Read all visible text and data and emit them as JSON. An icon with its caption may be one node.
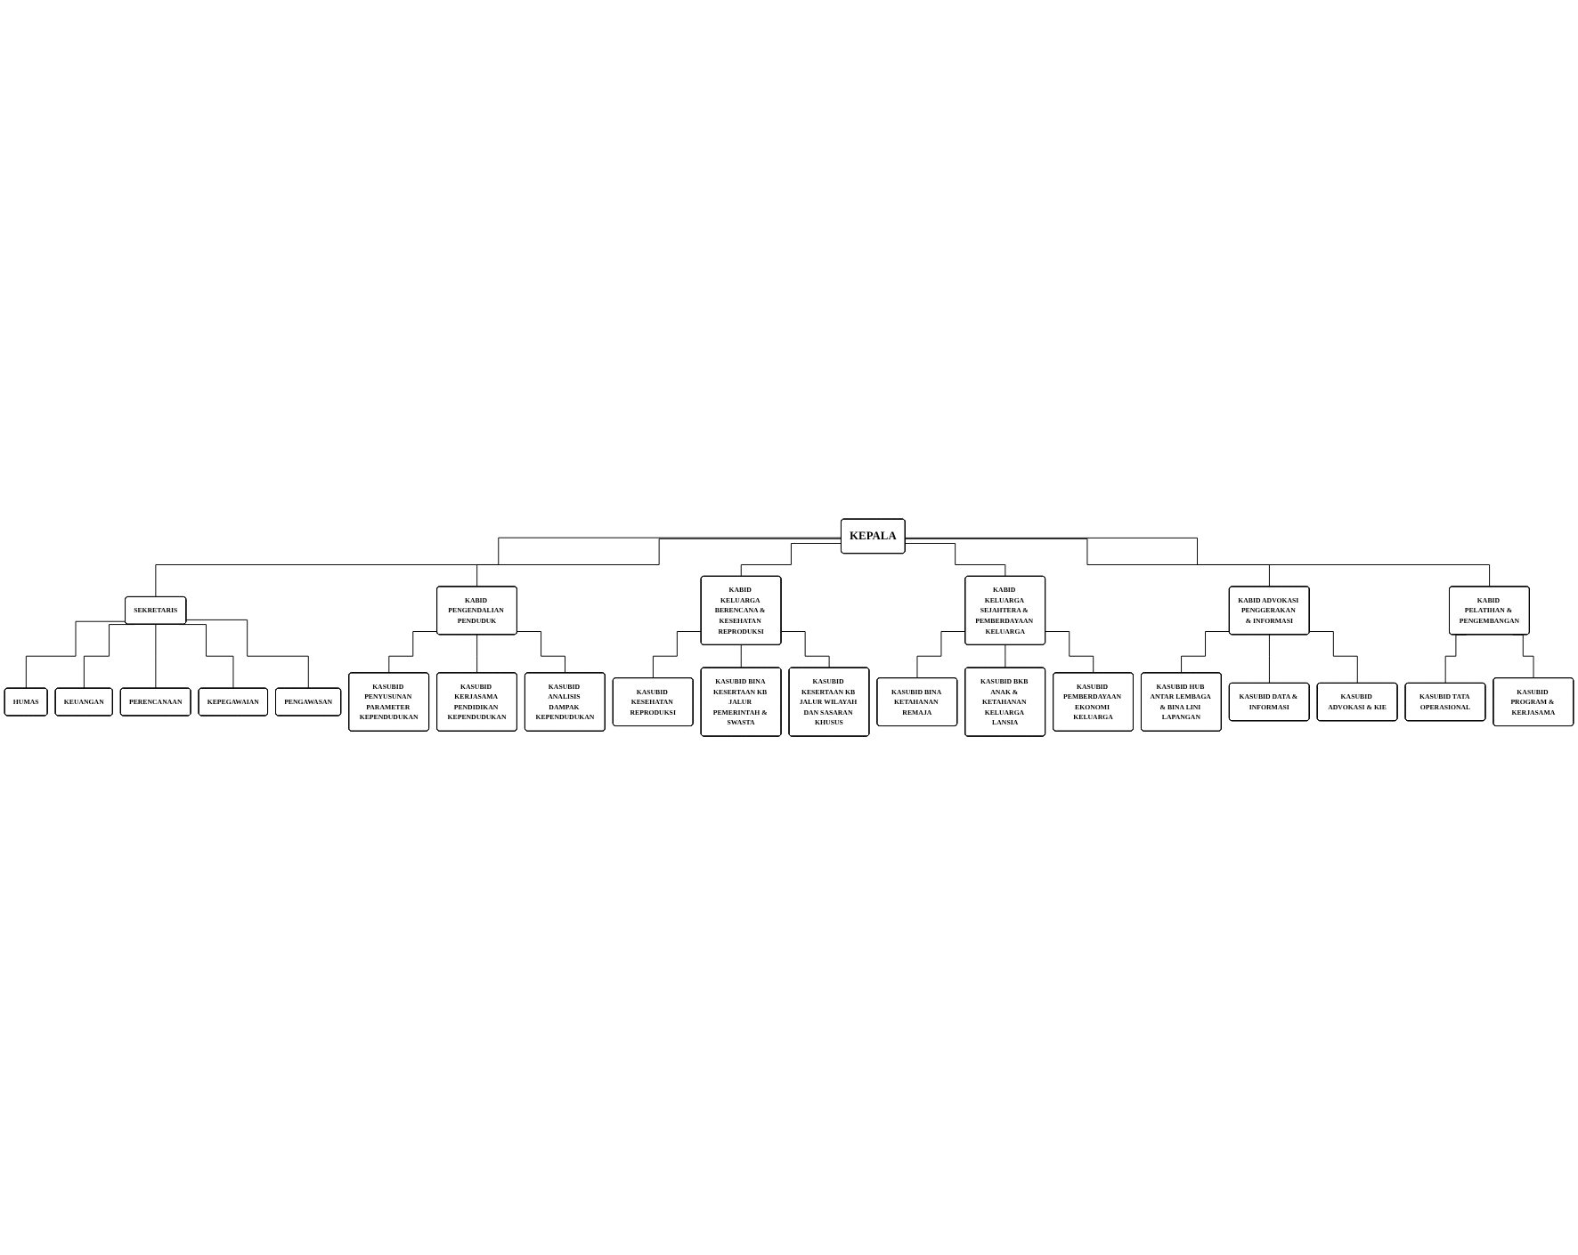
{
  "diagram": {
    "nodes": [
      {
        "text": [
          "KEPALA"
        ]
      },
      {
        "text": [
          "SEKRETARIS"
        ]
      },
      {
        "text": [
          "HUMAS"
        ]
      },
      {
        "text": [
          "KEUANGAN"
        ]
      },
      {
        "text": [
          "PERENCANAAN"
        ]
      },
      {
        "text": [
          "KEPEGAWAIAN"
        ]
      },
      {
        "text": [
          "PENGAWASAN"
        ]
      },
      {
        "text": [
          "KABID PENGENDALIAN PENDUDUK"
        ]
      },
      {
        "text": [
          "KABID KELUARGA BERENCANA & KESEHATAN REPRODUKSI"
        ]
      },
      {
        "text": [
          "KABID KELUARGA SEJAHTERA & PEMBERDAYAAN KELUARGA"
        ]
      },
      {
        "text": [
          "KABID ADVOKASI PENGGERAKAN & INFORMASI"
        ]
      },
      {
        "text": [
          "KABID PELATIHAN & PENGEMBANGAN"
        ]
      },
      {
        "text": [
          "KASUBID PENYUSUNAN PARAMETER KEPENDUDUKAN"
        ]
      },
      {
        "text": [
          "KASUBID KERJASAMA PENDIDIKAN KEPENDUDUKAN"
        ]
      },
      {
        "text": [
          "KASUBID ANALISIS DAMPAK KEPENDUDUKAN"
        ]
      },
      {
        "text": [
          "KASUBID KESEHATAN REPRODUKSI"
        ]
      },
      {
        "text": [
          "KASUBID BINA KESERTAAN KB JALUR PEMERINTAH & SWASTA"
        ]
      },
      {
        "text": [
          "KASUBID KESERTAAN KB JALUR WILAYAH DAN SASARAN KHUSUS"
        ]
      },
      {
        "text": [
          "KASUBID BINA KETAHANAN REMAJA"
        ]
      },
      {
        "text": [
          "KASUBID BKB ANAK & KETAHANAN KELUARGA LANSIA"
        ]
      },
      {
        "text": [
          "KASUBID PEMBERDAYAAN EKONOMI KELUARGA"
        ]
      },
      {
        "text": [
          "KASUBID HUB ANTAR LEMBAGA & BINA LINI LAPANGAN"
        ]
      },
      {
        "text": [
          "KASUBID DATA & INFORMASI"
        ]
      },
      {
        "text": [
          "KASUBID ADVOKASI & KIE"
        ]
      },
      {
        "text": [
          "KASUBID TATA OPERASIONAL"
        ]
      },
      {
        "text": [
          "KASUBID PROGRAM & KERJASAMA"
        ]
      }
    ],
    "edges": [
      {
        "from": 0,
        "to": 1,
        "arrow": "none"
      },
      {
        "from": 1,
        "to": 2,
        "arrow": "none"
      },
      {
        "from": 1,
        "to": 3,
        "arrow": "none"
      },
      {
        "from": 1,
        "to": 4,
        "arrow": "none"
      },
      {
        "from": 1,
        "to": 5,
        "arrow": "none"
      },
      {
        "from": 1,
        "to": 6,
        "arrow": "none"
      },
      {
        "from": 0,
        "to": 7,
        "arrow": "none"
      },
      {
        "from": 0,
        "to": 8,
        "arrow": "none"
      },
      {
        "from": 0,
        "to": 9,
        "arrow": "none"
      },
      {
        "from": 0,
        "to": 10,
        "arrow": "none"
      },
      {
        "from": 0,
        "to": 11,
        "arrow": "none"
      },
      {
        "from": 7,
        "to": 12,
        "arrow": "none"
      },
      {
        "from": 7,
        "to": 13,
        "arrow": "none"
      },
      {
        "from": 7,
        "to": 14,
        "arrow": "none"
      },
      {
        "from": 8,
        "to": 15,
        "arrow": "none"
      },
      {
        "from": 8,
        "to": 16,
        "arrow": "none"
      },
      {
        "from": 8,
        "to": 17,
        "arrow": "none"
      },
      {
        "from": 9,
        "to": 18,
        "arrow": "none"
      },
      {
        "from": 9,
        "to": 19,
        "arrow": "none"
      },
      {
        "from": 9,
        "to": 20,
        "arrow": "none"
      },
      {
        "from": 10,
        "to": 21,
        "arrow": "none"
      },
      {
        "from": 10,
        "to": 22,
        "arrow": "none"
      },
      {
        "from": 10,
        "to": 23,
        "arrow": "none"
      },
      {
        "from": 11,
        "to": 24,
        "arrow": "none"
      },
      {
        "from": 11,
        "to": 25,
        "arrow": "none"
      }
    ]
  }
}
